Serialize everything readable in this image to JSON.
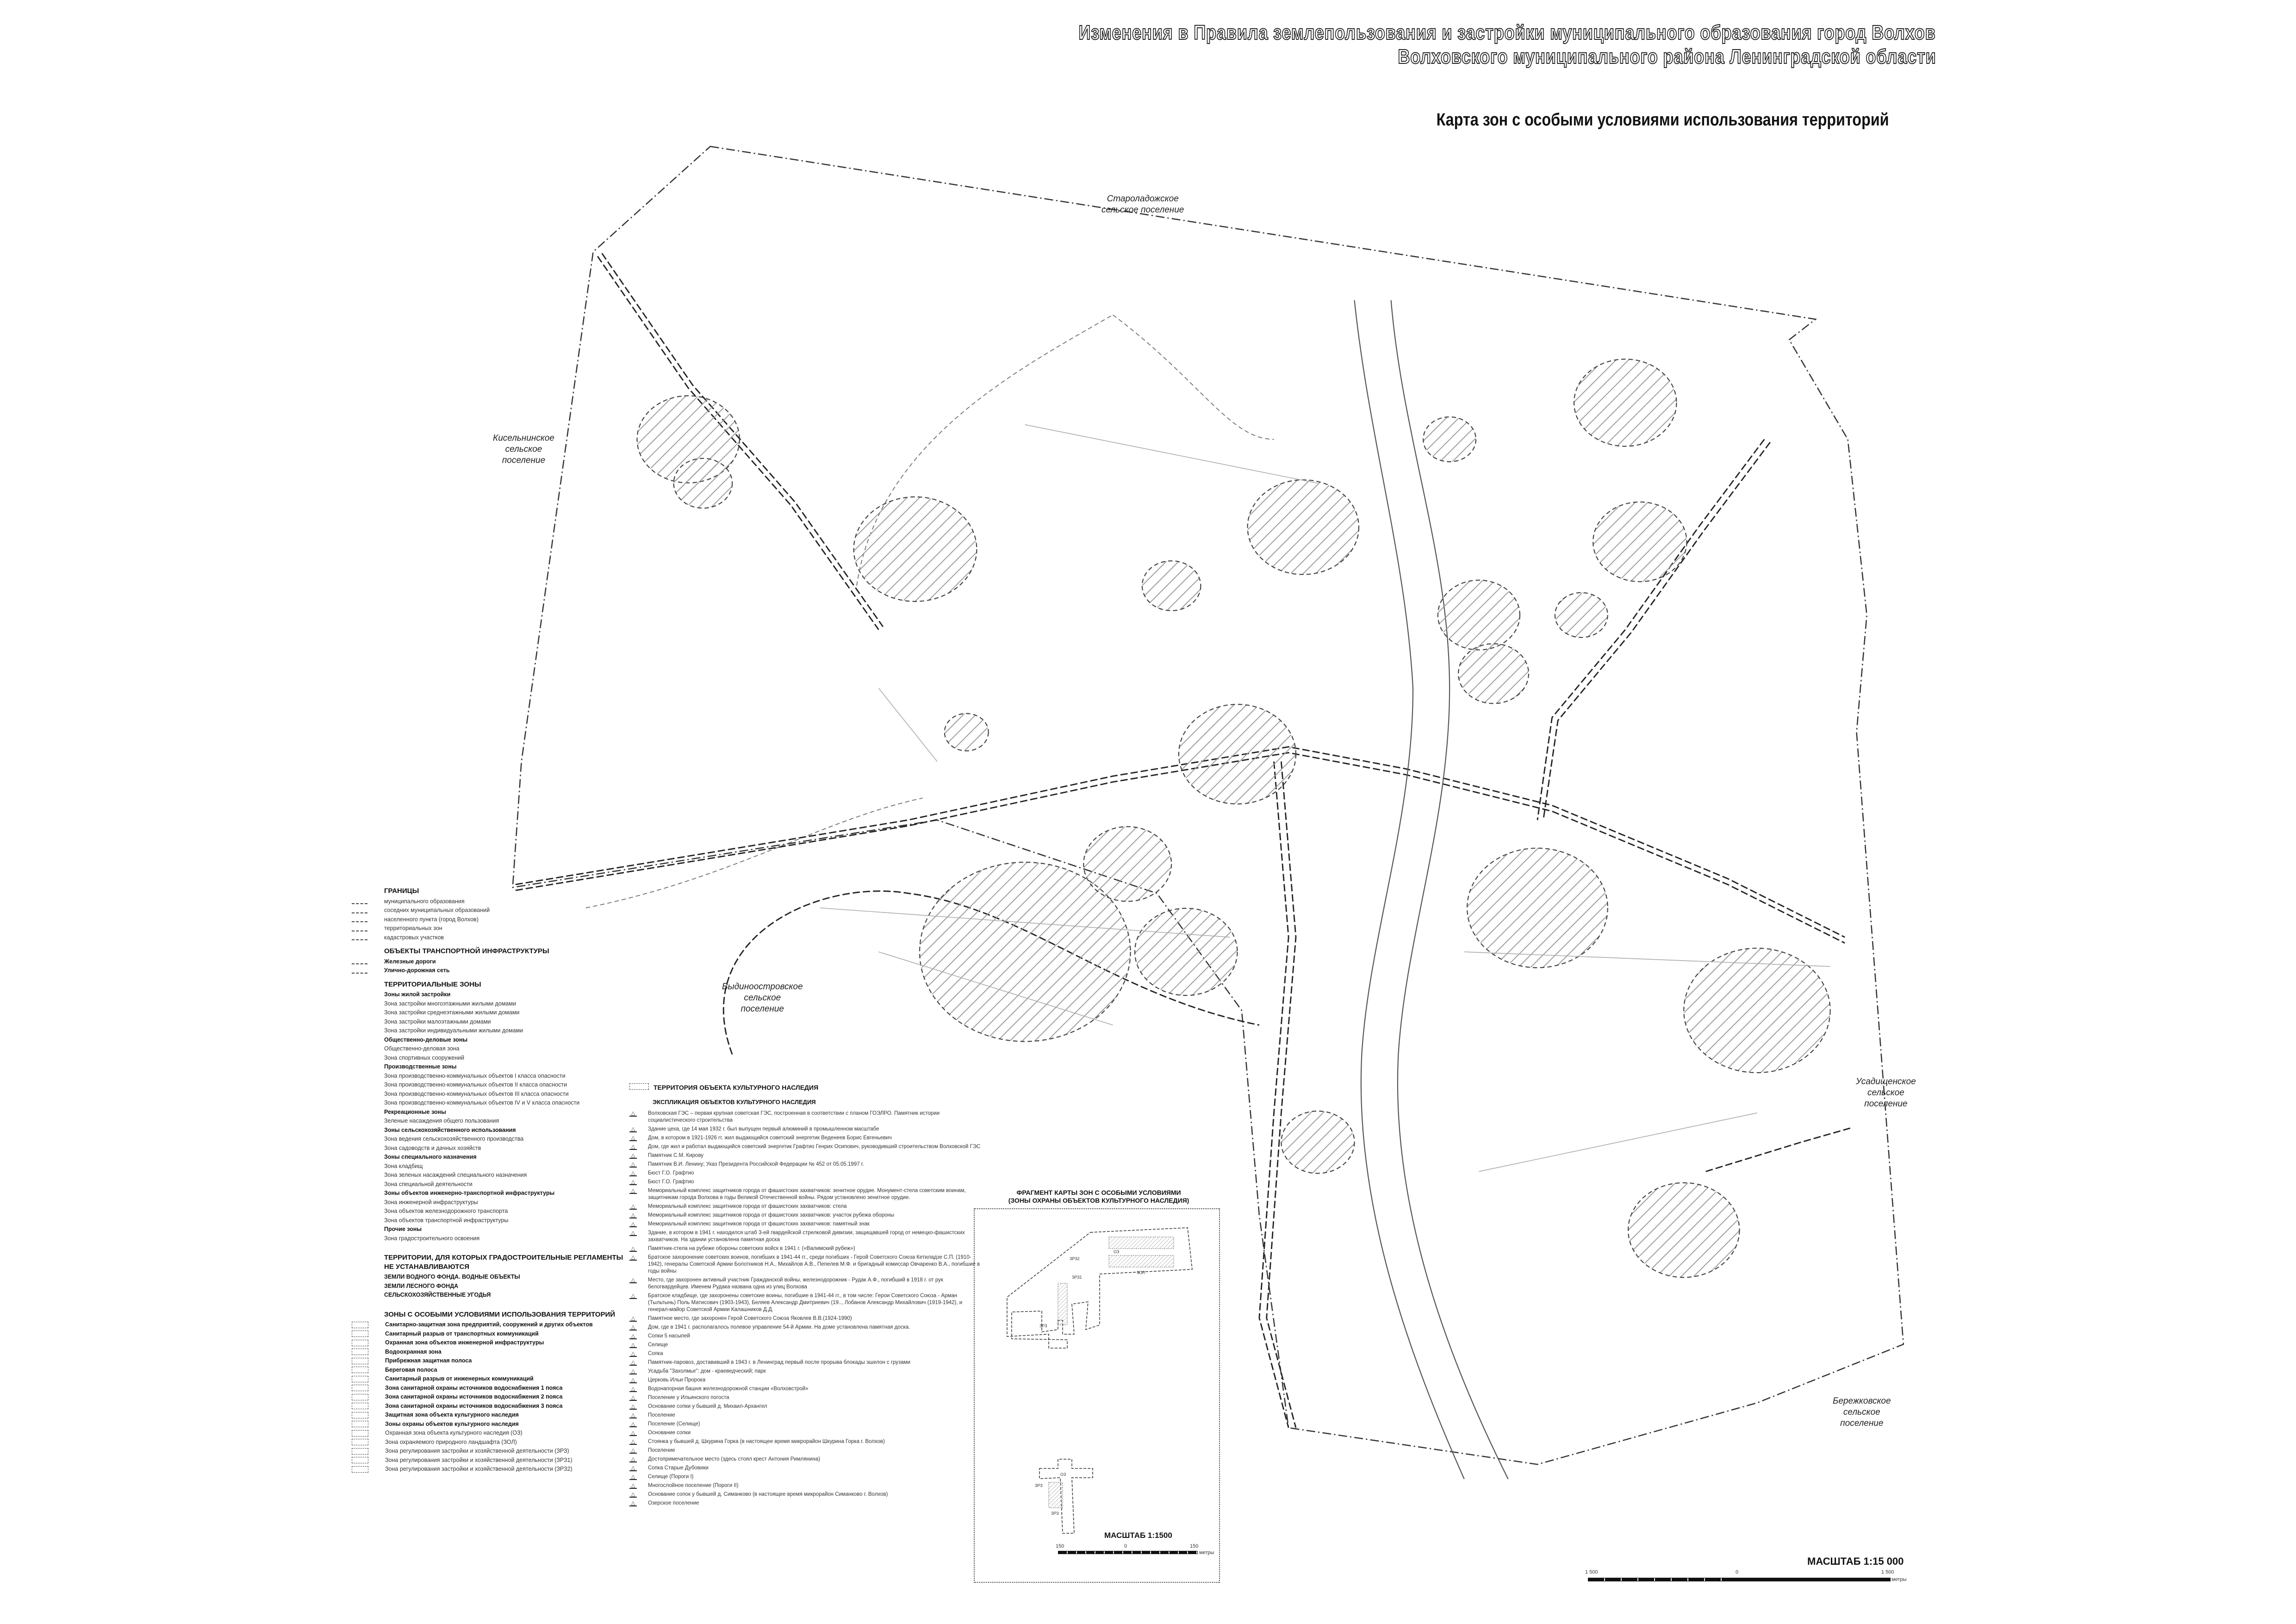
{
  "header": {
    "title_line1": "Изменения в Правила землепользования и застройки муниципального образования город Волхов",
    "title_line2": "Волховского муниципального района Ленинградской области",
    "map_title": "Карта зон с особыми условиями использования территорий"
  },
  "places": {
    "staroladozhskoe": [
      "Староладожское",
      "сельское поселение"
    ],
    "kiselninskoe": [
      "Кисельнинское",
      "сельское",
      "поселение"
    ],
    "vydinoostrovskoe": [
      "Выдиноостровское",
      "сельское",
      "поселение"
    ],
    "usadishchenskoe": [
      "Усадищенское",
      "сельское",
      "поселение"
    ],
    "berezhkovskoe": [
      "Бережковское",
      "сельское",
      "поселение"
    ]
  },
  "legend": {
    "boundaries_heading": "ГРАНИЦЫ",
    "boundaries": [
      "муниципального образования",
      "соседних муниципальных образований",
      "населенного пункта (город Волхов)",
      "территориальных зон",
      "кадастровых участков"
    ],
    "transport_heading": "ОБЪЕКТЫ ТРАНСПОРТНОЙ ИНФРАСТРУКТУРЫ",
    "transport": [
      "Железные дороги",
      "Улично-дорожная сеть"
    ],
    "zones_heading": "ТЕРРИТОРИАЛЬНЫЕ ЗОНЫ",
    "zones": [
      {
        "label": "Зоны жилой застройки",
        "sub": true
      },
      {
        "label": "Зона застройки многоэтажными жилыми домами"
      },
      {
        "label": "Зона застройки среднеэтажными жилыми домами"
      },
      {
        "label": "Зона застройки малоэтажными домами"
      },
      {
        "label": "Зона застройки индивидуальными жилыми домами"
      },
      {
        "label": "Общественно-деловые зоны",
        "sub": true
      },
      {
        "label": "Общественно-деловая зона"
      },
      {
        "label": "Зона спортивных сооружений"
      },
      {
        "label": "Производственные зоны",
        "sub": true
      },
      {
        "label": "Зона производственно-коммунальных объектов I класса опасности"
      },
      {
        "label": "Зона производственно-коммунальных объектов II класса опасности"
      },
      {
        "label": "Зона производственно-коммунальных объектов III класса опасности"
      },
      {
        "label": "Зона производственно-коммунальных объектов IV и V класса опасности"
      },
      {
        "label": "Рекреационные зоны",
        "sub": true
      },
      {
        "label": "Зеленые насаждения общего пользования"
      },
      {
        "label": "Зоны сельскохозяйственного использования",
        "sub": true
      },
      {
        "label": "Зона ведения сельскохозяйственного производства"
      },
      {
        "label": "Зона садоводств и дачных хозяйств"
      },
      {
        "label": "Зоны специального назначения",
        "sub": true
      },
      {
        "label": "Зона кладбищ"
      },
      {
        "label": "Зона зеленых насаждений специального назначения"
      },
      {
        "label": "Зона специальной деятельности"
      },
      {
        "label": "Зоны объектов инженерно-транспортной инфраструктуры",
        "sub": true
      },
      {
        "label": "Зона инженерной инфраструктуры"
      },
      {
        "label": "Зона объектов железнодорожного транспорта"
      },
      {
        "label": "Зона объектов транспортной инфраструктуры"
      },
      {
        "label": "Прочие зоны",
        "sub": true
      },
      {
        "label": "Зона градостроительного освоения"
      }
    ],
    "no_regs_heading": "ТЕРРИТОРИИ, ДЛЯ КОТОРЫХ ГРАДОСТРОИТЕЛЬНЫЕ РЕГЛАМЕНТЫ НЕ УСТАНАВЛИВАЮТСЯ",
    "no_regs": [
      "ЗЕМЛИ ВОДНОГО ФОНДА. ВОДНЫЕ ОБЪЕКТЫ",
      "ЗЕМЛИ ЛЕСНОГО ФОНДА",
      "СЕЛЬСКОХОЗЯЙСТВЕННЫЕ УГОДЬЯ"
    ],
    "special_heading": "ЗОНЫ С ОСОБЫМИ УСЛОВИЯМИ ИСПОЛЬЗОВАНИЯ ТЕРРИТОРИЙ",
    "special": [
      {
        "label": "Санитарно-защитная зона предприятий, сооружений и других объектов",
        "sub": true
      },
      {
        "label": "Санитарный разрыв от транспортных коммуникаций",
        "sub": true
      },
      {
        "label": "Охранная зона объектов инженерной инфраструктуры",
        "sub": true
      },
      {
        "label": "Водоохранная зона",
        "sub": true
      },
      {
        "label": "Прибрежная защитная полоса",
        "sub": true
      },
      {
        "label": "Береговая полоса",
        "sub": true
      },
      {
        "label": "Санитарный разрыв от инженерных коммуникаций",
        "sub": true
      },
      {
        "label": "Зона санитарной охраны источников водоснабжения 1 пояса",
        "sub": true
      },
      {
        "label": "Зона санитарной охраны источников водоснабжения 2 пояса",
        "sub": true
      },
      {
        "label": "Зона санитарной охраны источников водоснабжения 3 пояса",
        "sub": true
      },
      {
        "label": "Защитная зона объекта культурного наследия",
        "sub": true
      },
      {
        "label": "Зоны охраны объектов культурного наследия",
        "sub": true
      },
      {
        "label": "Охранная зона объекта культурного наследия (ОЗ)"
      },
      {
        "label": "Зона охраняемого природного ландшафта (ЗОЛ)"
      },
      {
        "label": "Зона регулирования застройки и хозяйственной деятельности (ЗРЗ)"
      },
      {
        "label": "Зона регулирования застройки и хозяйственной деятельности (ЗРЗ1)"
      },
      {
        "label": "Зона регулирования застройки и хозяйственной деятельности (ЗРЗ2)"
      }
    ]
  },
  "explication": {
    "territory_label": "ТЕРРИТОРИЯ ОБЪЕКТА КУЛЬТУРНОГО НАСЛЕДИЯ",
    "heading": "ЭКСПЛИКАЦИЯ ОБЪЕКТОВ КУЛЬТУРНОГО НАСЛЕДИЯ",
    "items": [
      "Волховская ГЭС – первая крупная советская ГЭС, построенная в соответствии с планом ГОЭЛРО. Памятник истории социалистического строительства",
      "Здание цеха, где 14 мая 1932 г. был выпущен первый алюминий в промышленном масштабе",
      "Дом, в котором в 1921-1926 гг. жил выдающийся советский энергетик Веденеев Борис Евгеньевич",
      "Дом, где жил и работал выдающийся советский энергетик Графтио Генрих Осипович, руководивший строительством Волховской ГЭС",
      "Памятник С.М. Кирову",
      "Памятник В.И. Ленину; Указ Президента Российской Федерации № 452 от 05.05.1997 г.",
      "Бюст Г.О. Графтио",
      "Бюст Г.О. Графтио",
      "Мемориальный комплекс защитников города от фашистских захватчиков: зенитное орудие. Монумент-стела советским воинам, защитникам города Волхова в годы Великой Отечественной войны. Рядом установлено зенитное орудие.",
      "Мемориальный комплекс защитников города от фашистских захватчиков: стела",
      "Мемориальный комплекс защитников города от фашистских захватчиков: участок рубежа обороны",
      "Мемориальный комплекс защитников города от фашистских захватчиков: памятный знак",
      "Здание, в котором в 1941 г. находился штаб 3-ей гвардейской стрелковой дивизии, защищавшей город от немецко-фашистских захватчиков. На здании установлена памятная доска",
      "Памятник-стела на рубеже обороны советских войск в 1941 г. («Валимский рубеж»)",
      "Братское захоронение советских воинов, погибших в 1941-44 гг., среди погибших - Герой Советского Союза Кетиладзе С.П. (1910-1942), генералы Советской Армии Болотников Н.А., Михайлов А.В., Пепелев М.Ф. и бригадный комиссар Овчаренко В.А., погибшие в годы войны",
      "Место, где захоронен активный участник Гражданской войны, железнодорожник - Рудак А.Ф., погибший в 1918 г. от рук белогвардейцев. Именем Рудака названа одна из улиц Волхова",
      "Братское кладбище, где захоронены советские воины, погибшие в 1941-44 гг., в том числе: Герои Советского Союза - Арман (Тыльтынь) Поль Матисович (1903-1943), Беляев Александр Дмитриевич (19.., Лобанов Александр Михайлович (1919-1942), и генерал-майор Советской Армии Калашников Д.Д.",
      "Памятное место, где захоронен Герой Советского Союза Яковлев В.В.(1924-1990)",
      "Дом, где в 1941 г. располагалось полевое управление 54-й Армии. На доме установлена памятная доска.",
      "Сопки 5 насыпей",
      "Селище",
      "Сопка",
      "Памятник-паровоз, доставивший в 1943 г. в Ленинград первый после прорыва блокады эшелон с грузами",
      "Усадьба \"Захолмье\": дом - краеведческий; парк",
      "Церковь Ильи Пророка",
      "Водонапорная башня железнодорожной станции «Волховстрой»",
      "Поселение у Ильинского погоста",
      "Основание сопки у бывшей д. Михаил-Архангел",
      "Поселение",
      "Поселение (Селище)",
      "Основание сопки",
      "Стоянка у бывшей д. Шкурина Горка (в настоящее время микрорайон Шкурина Горка г. Волхов)",
      "Поселение",
      "Достопримечательное место (здесь стоял крест Антония Римлянина)",
      "Сопка Старые Дубовики",
      "Селище (Пороги I)",
      "Многослойное поселение (Пороги II)",
      "Основание сопок у бывшей д. Симанково (в настоящее время микрорайон Симанково г. Волхов)",
      "Озерское поселение"
    ]
  },
  "inset": {
    "title_line1": "ФРАГМЕНТ КАРТЫ ЗОН С ОСОБЫМИ УСЛОВИЯМИ",
    "title_line2": "(ЗОНЫ ОХРАНЫ ОБЪЕКТОВ КУЛЬТУРНОГО НАСЛЕДИЯ)",
    "zone_labels": [
      "ОЗ",
      "ЗОЛ",
      "ЗРЗ",
      "ЗРЗ2",
      "ЗРЗ1",
      "ОЗ",
      "ЗРЗ",
      "ЗРЗ"
    ],
    "scale_label": "МАСШТАБ   1:1500",
    "scale_ticks": [
      "150",
      "0",
      "150"
    ],
    "scale_unit": "метры"
  },
  "scale": {
    "label": "МАСШТАБ   1:15 000",
    "ticks": [
      "1 500",
      "0",
      "1 500"
    ],
    "unit": "метры"
  }
}
